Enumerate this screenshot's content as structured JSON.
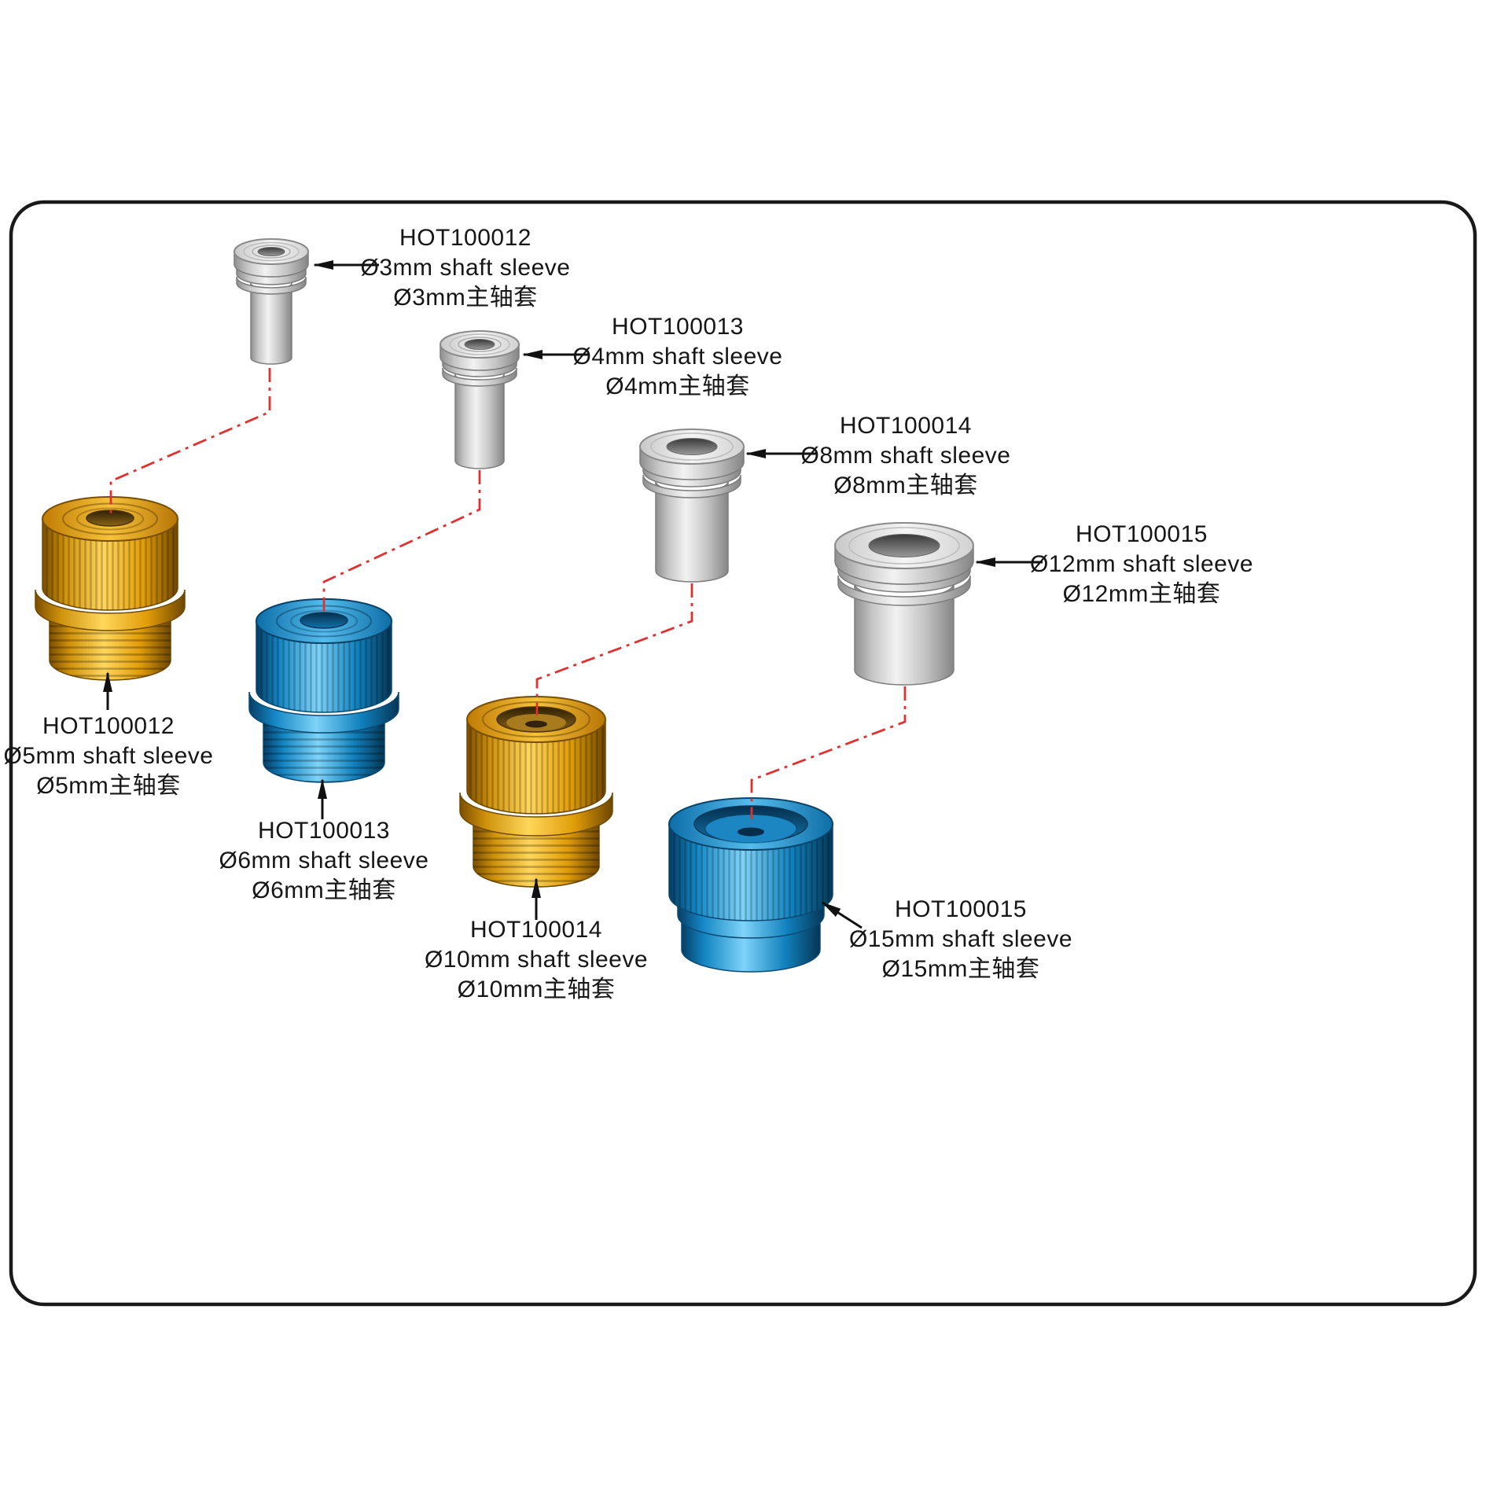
{
  "diagram": {
    "title": "Shaft sleeve adapters parts identification",
    "accent_color": "#e03131",
    "colors": {
      "gold": "#f0a818",
      "blue": "#2196d6",
      "gray": "#d9d9d9",
      "border": "#1a1a1a"
    }
  },
  "parts": [
    {
      "part_no": "HOT100012",
      "name_en": "Ø3mm shaft sleeve",
      "name_zh": "Ø3mm主轴套"
    },
    {
      "part_no": "HOT100013",
      "name_en": "Ø4mm shaft sleeve",
      "name_zh": "Ø4mm主轴套"
    },
    {
      "part_no": "HOT100014",
      "name_en": "Ø8mm shaft sleeve",
      "name_zh": "Ø8mm主轴套"
    },
    {
      "part_no": "HOT100015",
      "name_en": "Ø12mm shaft sleeve",
      "name_zh": "Ø12mm主轴套"
    },
    {
      "part_no": "HOT100012",
      "name_en": "Ø5mm shaft sleeve",
      "name_zh": "Ø5mm主轴套"
    },
    {
      "part_no": "HOT100013",
      "name_en": "Ø6mm shaft sleeve",
      "name_zh": "Ø6mm主轴套"
    },
    {
      "part_no": "HOT100014",
      "name_en": "Ø10mm shaft sleeve",
      "name_zh": "Ø10mm主轴套"
    },
    {
      "part_no": "HOT100015",
      "name_en": "Ø15mm shaft sleeve",
      "name_zh": "Ø15mm主轴套"
    }
  ]
}
